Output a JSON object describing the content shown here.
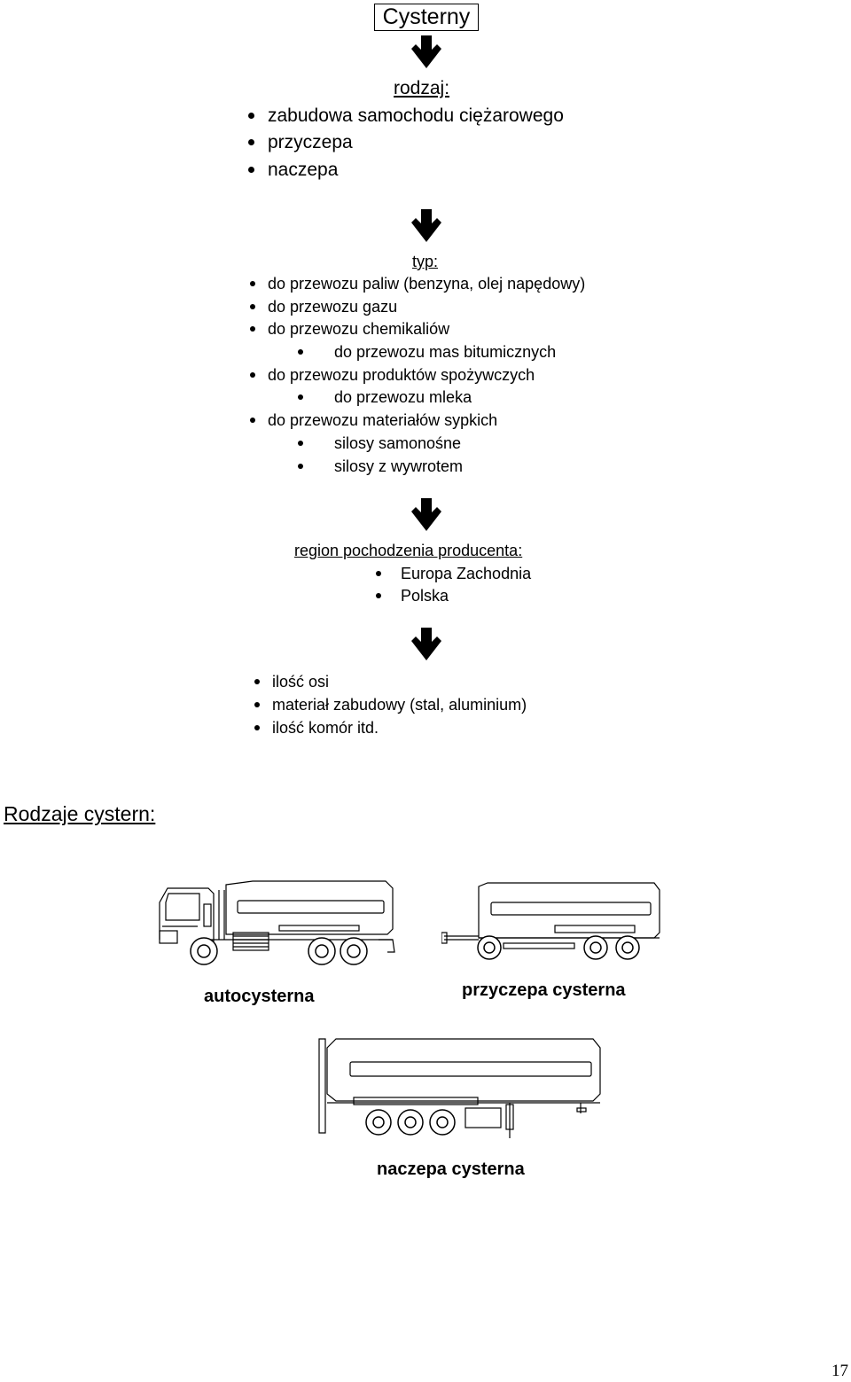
{
  "title": "Cysterny",
  "sections": {
    "rodzaj": {
      "heading": "rodzaj:",
      "items": [
        "zabudowa samochodu ciężarowego",
        "przyczepa",
        "naczepa"
      ]
    },
    "typ": {
      "heading": "typ:",
      "items": [
        "do przewozu paliw (benzyna, olej napędowy)",
        "do przewozu gazu",
        "do przewozu chemikaliów",
        "do przewozu mas bitumicznych",
        "do przewozu produktów spożywczych",
        "do przewozu mleka",
        "do przewozu materiałów sypkich",
        "silosy samonośne",
        "silosy z wywrotem"
      ]
    },
    "region": {
      "heading": "region pochodzenia producenta:",
      "items": [
        "Europa Zachodnia",
        "Polska"
      ]
    },
    "other": {
      "items": [
        "ilość osi",
        "materiał zabudowy (stal, aluminium)",
        "ilość komór itd."
      ]
    }
  },
  "types_heading": "Rodzaje cystern:",
  "vehicles": {
    "truck": "autocysterna",
    "trailer": "przyczepa cysterna",
    "semitrailer": "naczepa cysterna"
  },
  "page_number": "17"
}
